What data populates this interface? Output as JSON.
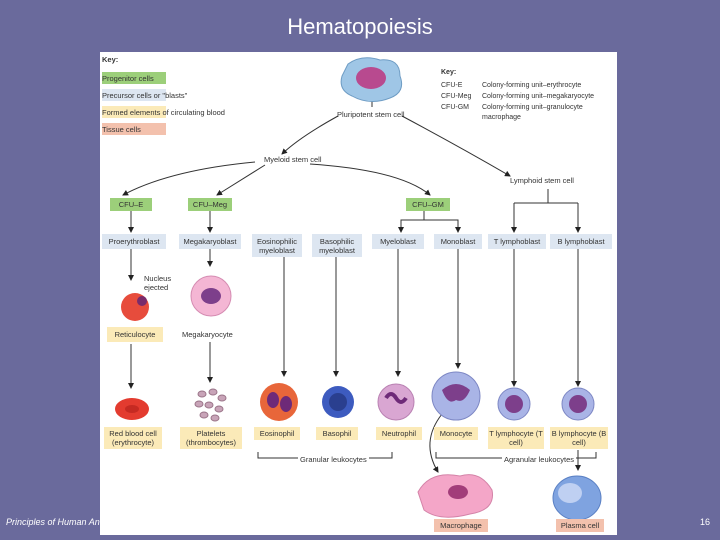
{
  "slide": {
    "title": "Hematopoiesis",
    "footer": "Principles of Human Ana",
    "page": "16"
  },
  "key_left": {
    "title": "Key:",
    "items": [
      {
        "label": "Progenitor cells",
        "color": "#9ccf7a"
      },
      {
        "label": "Precursor cells or \"blasts\"",
        "color": "#dde6f1"
      },
      {
        "label": "Formed elements of circulating blood",
        "color": "#fbeab8"
      },
      {
        "label": "Tissue cells",
        "color": "#f3c1ad"
      }
    ]
  },
  "key_right": {
    "title": "Key:",
    "rows": [
      {
        "abbr": "CFU-E",
        "meaning": "Colony-forming unit–erythrocyte"
      },
      {
        "abbr": "CFU-Meg",
        "meaning": "Colony-forming unit–megakaryocyte"
      },
      {
        "abbr": "CFU-GM",
        "meaning": "Colony-forming unit–granulocyte"
      },
      {
        "abbr": "",
        "meaning": "macrophage"
      }
    ]
  },
  "stem": {
    "pluripotent": "Pluripotent stem cell",
    "myeloid": "Myeloid stem cell",
    "lymphoid": "Lymphoid stem cell"
  },
  "progenitors": {
    "cfu_e": "CFU–E",
    "cfu_meg": "CFU–Meg",
    "cfu_gm": "CFU–GM"
  },
  "blasts": {
    "proerythroblast": "Proerythroblast",
    "megakaryoblast": "Megakaryoblast",
    "eosinophilic": "Eosinophilic myeloblast",
    "basophilic": "Basophilic myeloblast",
    "myeloblast": "Myeloblast",
    "monoblast": "Monoblast",
    "t_lymphoblast": "T lymphoblast",
    "b_lymphoblast": "B lymphoblast"
  },
  "intermediate": {
    "nucleus_ejected": "Nucleus ejected",
    "reticulocyte": "Reticulocyte",
    "megakaryocyte": "Megakaryocyte"
  },
  "formed": {
    "rbc": "Red blood cell (erythrocyte)",
    "platelets": "Platelets (thrombocytes)",
    "eosinophil": "Eosinophil",
    "basophil": "Basophil",
    "neutrophil": "Neutrophil",
    "monocyte": "Monocyte",
    "t_lymphocyte": "T lymphocyte (T cell)",
    "b_lymphocyte": "B lymphocyte (B cell)"
  },
  "groups": {
    "granular": "Granular leukocytes",
    "agranular": "Agranular leukocytes"
  },
  "tissue": {
    "macrophage": "Macrophage",
    "plasma": "Plasma cell"
  }
}
